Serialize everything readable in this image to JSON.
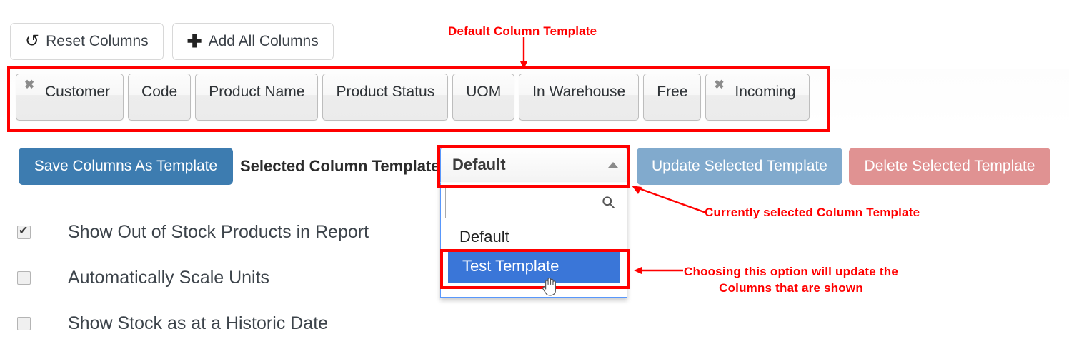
{
  "toolbar": {
    "reset_label": "Reset Columns",
    "reset_icon": "reset-arrow-icon",
    "add_all_label": "Add All Columns",
    "add_all_icon": "plus-icon"
  },
  "column_chips": [
    {
      "label": "Customer",
      "removable": true
    },
    {
      "label": "Code",
      "removable": false
    },
    {
      "label": "Product Name",
      "removable": false
    },
    {
      "label": "Product Status",
      "removable": false
    },
    {
      "label": "UOM",
      "removable": false
    },
    {
      "label": "In Warehouse",
      "removable": false
    },
    {
      "label": "Free",
      "removable": false
    },
    {
      "label": "Incoming",
      "removable": true
    }
  ],
  "chip_close_icon": "✖",
  "actions": {
    "save_label": "Save Columns As Template",
    "selected_template_label": "Selected Column Template:",
    "update_label": "Update Selected Template",
    "delete_label": "Delete Selected Template"
  },
  "dropdown": {
    "selected_value": "Default",
    "search_value": "",
    "search_placeholder": "",
    "search_icon": "magnifier-icon",
    "caret_icon": "caret-up-icon",
    "options": [
      {
        "label": "Default",
        "highlighted": false
      },
      {
        "label": "Test Template",
        "highlighted": true
      }
    ]
  },
  "checkboxes": [
    {
      "label": "Show Out of Stock Products in Report",
      "checked": true
    },
    {
      "label": "Automatically Scale Units",
      "checked": false
    },
    {
      "label": "Show Stock as at a Historic Date",
      "checked": false
    }
  ],
  "annotations": [
    {
      "id": "default-column-template",
      "text": "Default Column Template"
    },
    {
      "id": "currently-selected",
      "text": "Currently selected Column Template"
    },
    {
      "id": "choosing-option-line1",
      "text": "Choosing this option will update the"
    },
    {
      "id": "choosing-option-line2",
      "text": "Columns that are shown"
    }
  ],
  "colors": {
    "annotation_red": "#ff0000",
    "primary_blue": "#3d7cb0",
    "muted_blue": "#81aacd",
    "muted_red": "#e09292",
    "highlight_blue": "#3a76d8",
    "dropdown_border_blue": "#5897fb"
  }
}
